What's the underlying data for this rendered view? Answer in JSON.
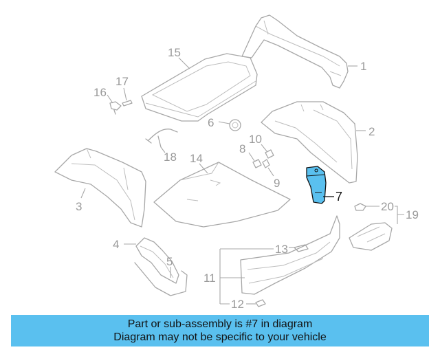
{
  "diagram": {
    "callouts": [
      "1",
      "2",
      "3",
      "4",
      "5",
      "6",
      "7",
      "8",
      "9",
      "10",
      "11",
      "12",
      "13",
      "14",
      "15",
      "16",
      "17",
      "18",
      "19",
      "20"
    ],
    "highlighted_part": "7",
    "highlight_color": "#5ac0ef",
    "line_color": "#a7a7a7"
  },
  "banner": {
    "line1": "Part or sub-assembly is #7 in diagram",
    "line2": "Diagram may not be specific to your vehicle",
    "background": "#5ac0ef"
  }
}
